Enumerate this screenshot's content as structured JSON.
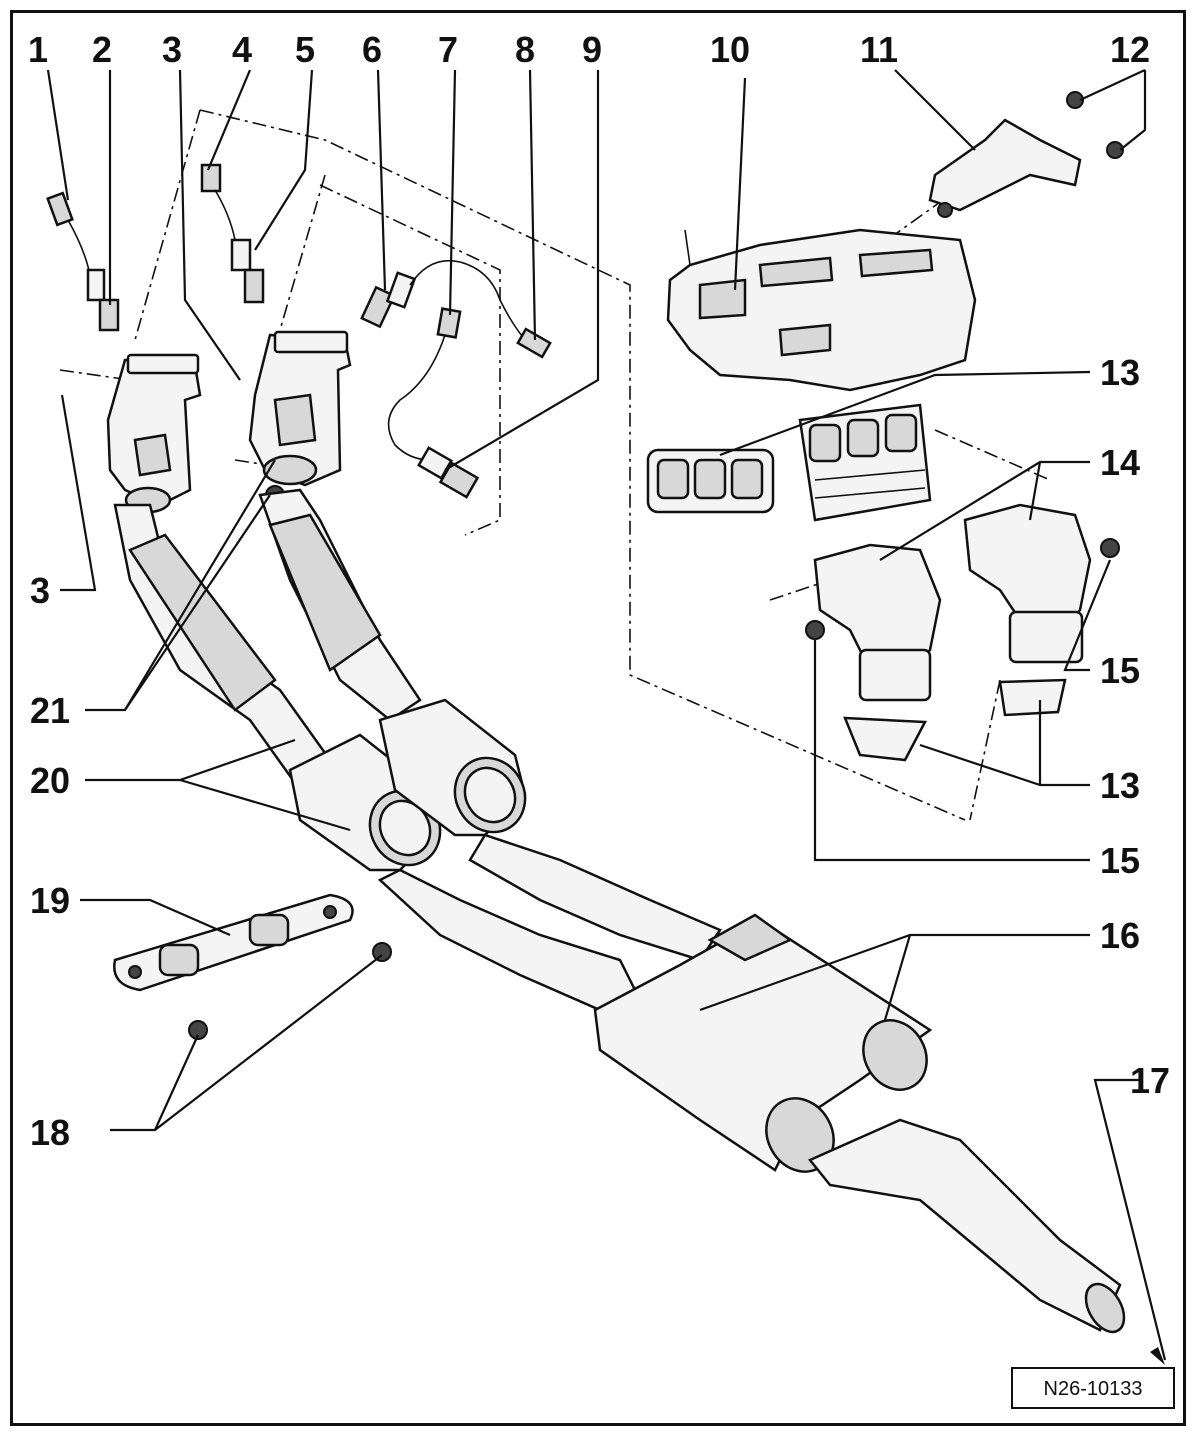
{
  "figure_ref": "N26-10133",
  "callouts": [
    "1",
    "2",
    "3",
    "4",
    "5",
    "6",
    "7",
    "8",
    "9",
    "10",
    "11",
    "12",
    "13",
    "14",
    "15",
    "16",
    "17",
    "18",
    "19",
    "20",
    "21"
  ]
}
